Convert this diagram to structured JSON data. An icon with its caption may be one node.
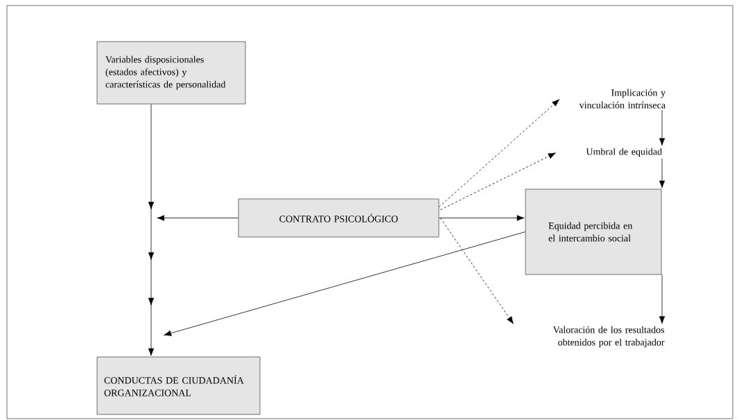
{
  "diagram": {
    "nodes": [
      {
        "text": [
          "Variables disposicionales (estados afectivos) y características de personalidad"
        ]
      },
      {
        "text": [
          "CONTRATO PSICOLÓGICO"
        ]
      },
      {
        "text": [
          "Equidad percibida en el intercambio social"
        ]
      },
      {
        "text": [
          "Implicación y vinculación intrínseca"
        ]
      },
      {
        "text": [
          "Umbral de equidad"
        ]
      },
      {
        "text": [
          "Valoración de los resultados obtenidos por el trabajador"
        ]
      },
      {
        "text": [
          "CONDUCTAS DE CIUDADANÍA ORGANIZACIONAL"
        ]
      }
    ],
    "edges": [
      {
        "from": 0,
        "to": 6,
        "arrow": "to"
      },
      {
        "from": 1,
        "to": null,
        "arrow": "to"
      },
      {
        "from": 2,
        "to": null,
        "arrow": "to"
      },
      {
        "from": 1,
        "to": 2,
        "arrow": "to"
      },
      {
        "from": 1,
        "to": 3,
        "arrow": "to",
        "style": "dashed"
      },
      {
        "from": 1,
        "to": 4,
        "arrow": "to",
        "style": "dashed"
      },
      {
        "from": 1,
        "to": 5,
        "arrow": "to",
        "style": "dashed"
      },
      {
        "from": 3,
        "to": 4,
        "arrow": "to"
      },
      {
        "from": 4,
        "to": 2,
        "arrow": "to"
      },
      {
        "from": 2,
        "to": 5,
        "arrow": "to"
      }
    ]
  }
}
